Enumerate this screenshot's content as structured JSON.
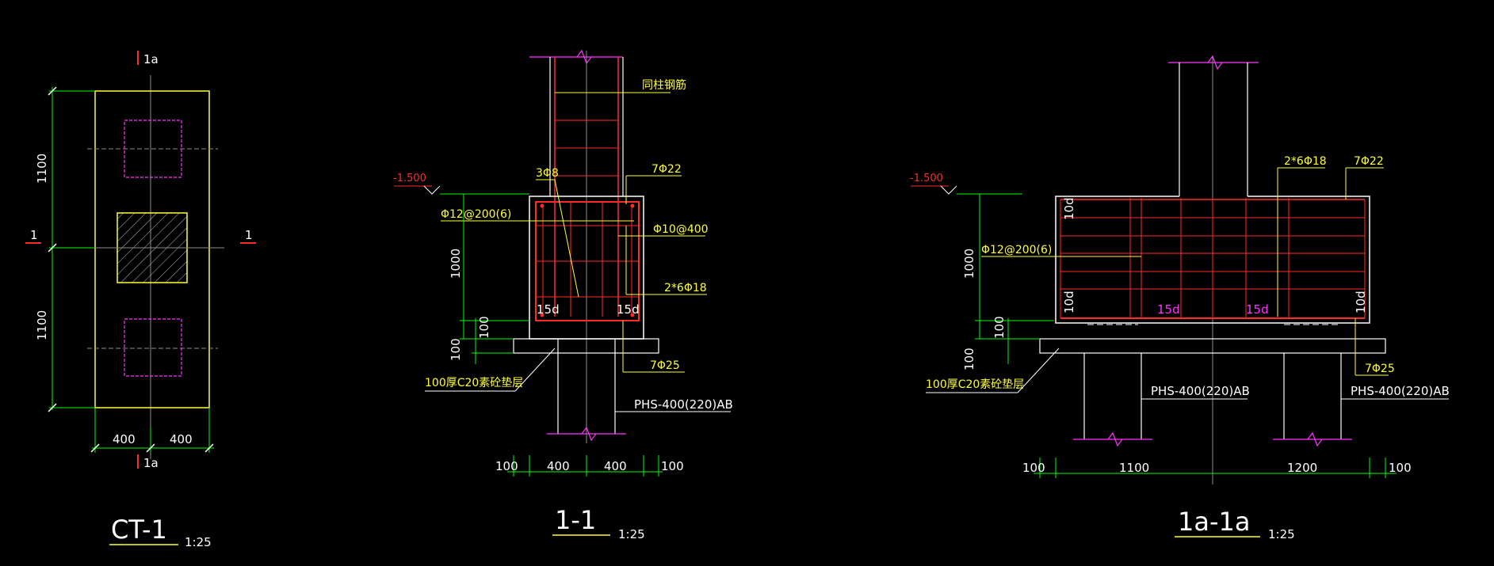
{
  "colors": {
    "background": "#000000",
    "outline": "#ffffff",
    "yellow": "#ffff33",
    "green": "#00ff00",
    "red": "#ff2a2a",
    "magenta": "#ff33ff",
    "gray": "#8c8c8c"
  },
  "plan": {
    "title": "CT-1",
    "scale": "1:25",
    "section_mark": "1a",
    "section_label_left": "1",
    "section_label_right": "1",
    "dim_top": "1100",
    "dim_bottom": "1100",
    "dim_left_half": "400",
    "dim_right_half": "400"
  },
  "section_1": {
    "title": "1-1",
    "scale": "1:25",
    "elevation": "-1.500",
    "label_column_bars": "同柱钢筋",
    "label_top_bars": "7Φ22",
    "label_stirrup_ties": "3Φ8",
    "label_side_bars": "Φ12@200(6)",
    "label_links": "Φ10@400",
    "label_mid_bars": "2*6Φ18",
    "label_bottom_bars": "7Φ25",
    "label_anchor_left": "15d",
    "label_anchor_right": "15d",
    "label_blinding": "100厚C20素砼垫层",
    "label_pile": "PHS-400(220)AB",
    "dim_height": "1000",
    "dim_cover": "100",
    "dim_bedding": "100",
    "dim_left_offset": "100",
    "dim_left": "400",
    "dim_right": "400",
    "dim_right_offset": "100"
  },
  "section_1a": {
    "title": "1a-1a",
    "scale": "1:25",
    "elevation": "-1.500",
    "label_mid_bars": "2*6Φ18",
    "label_top_bars": "7Φ22",
    "label_side_bars": "Φ12@200(6)",
    "label_bottom_bars": "7Φ25",
    "label_anchor_1": "15d",
    "label_anchor_2": "15d",
    "label_hook_top": "10d",
    "label_hook_bottom_left": "10d",
    "label_hook_bottom_right": "10d",
    "label_blinding": "100厚C20素砼垫层",
    "label_pile_left": "PHS-400(220)AB",
    "label_pile_right": "PHS-400(220)AB",
    "dim_height": "1000",
    "dim_cover": "100",
    "dim_bedding": "100",
    "dim_left_offset": "100",
    "dim_left": "1100",
    "dim_right": "1200",
    "dim_right_offset": "100"
  }
}
